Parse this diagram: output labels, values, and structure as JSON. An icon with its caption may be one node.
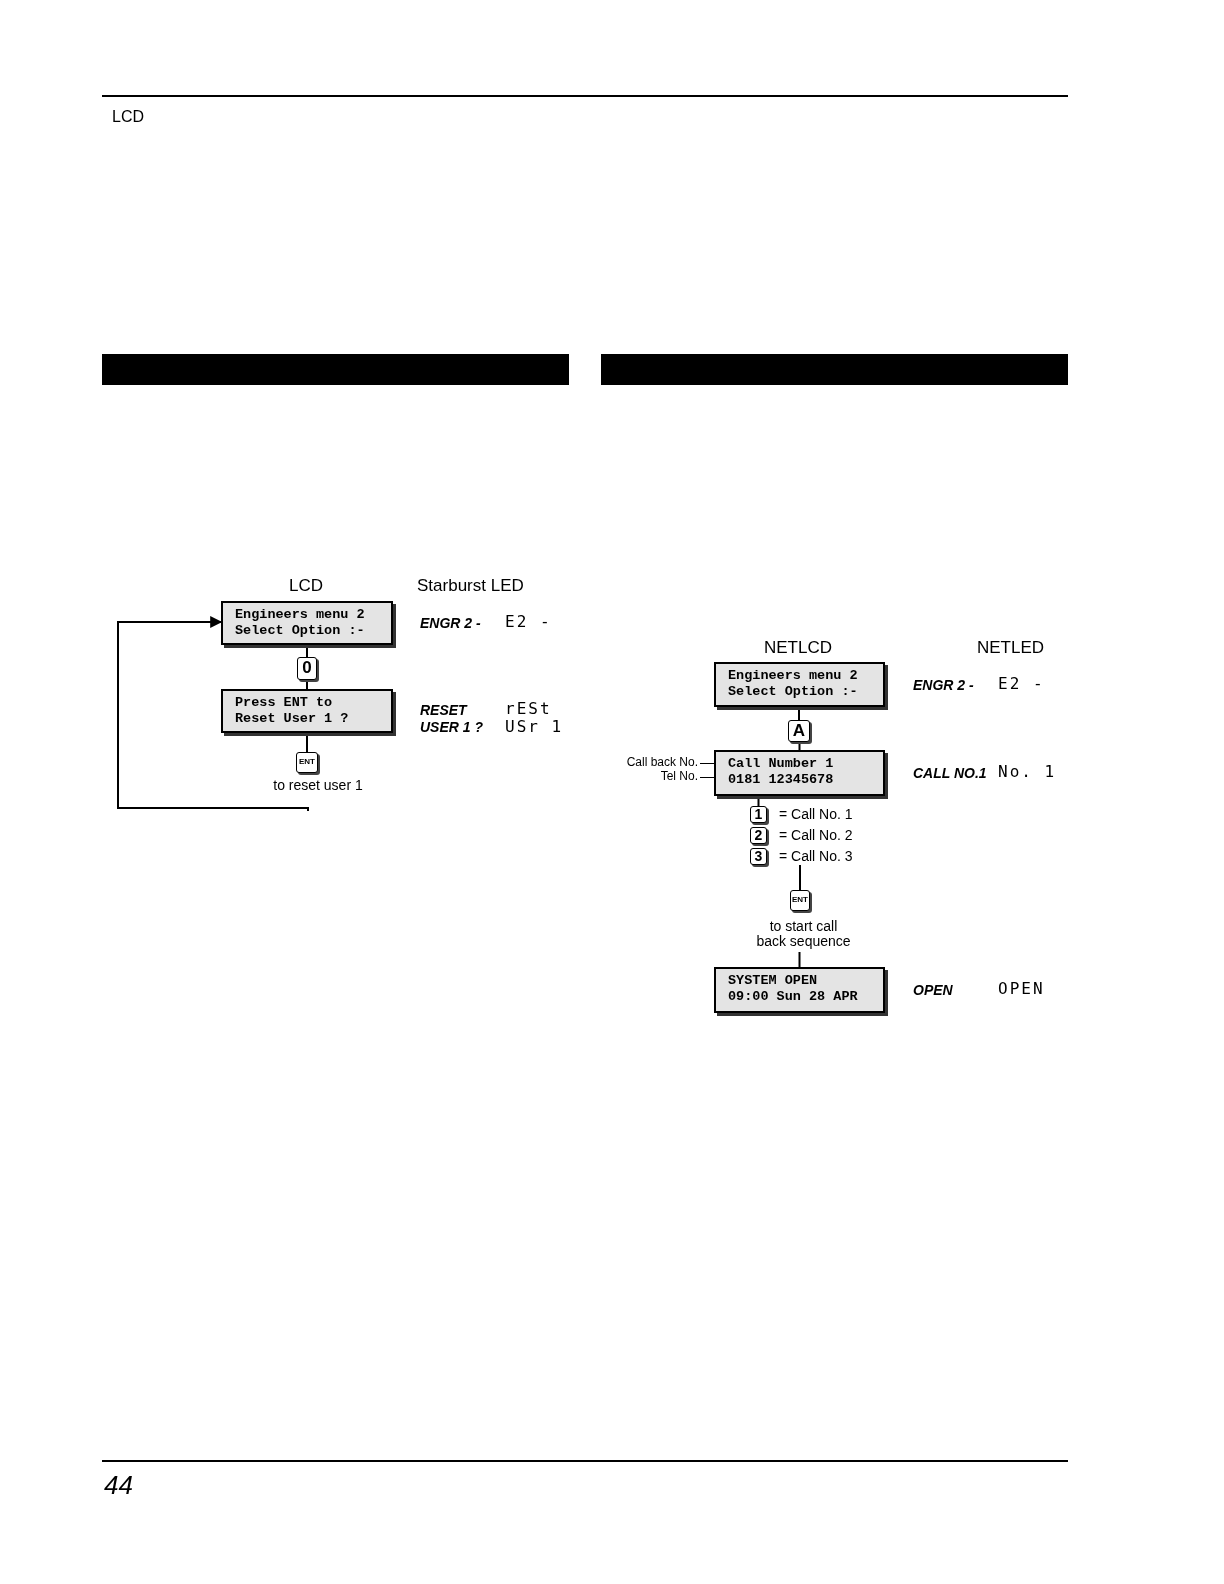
{
  "diagram": {
    "nodes": [
      {
        "text": [
          "Engineers menu 2",
          "Select Option :-"
        ]
      },
      {
        "text": [
          "0"
        ]
      },
      {
        "text": [
          "Press ENT to",
          "Reset User 1 ?"
        ]
      },
      {
        "text": [
          "ENT"
        ],
        "beside": [
          "to reset user 1"
        ]
      },
      {
        "text": [
          "Engineers menu 2",
          "Select Option :-"
        ]
      },
      {
        "text": [
          "A"
        ]
      },
      {
        "text": [
          "Call Number 1",
          "0181 12345678"
        ]
      },
      {
        "text": [
          "Call back No."
        ]
      },
      {
        "text": [
          "Tel No."
        ]
      },
      {
        "text": [
          "1"
        ],
        "beside": [
          "= Call No. 1"
        ]
      },
      {
        "text": [
          "2"
        ],
        "beside": [
          "= Call No. 2"
        ]
      },
      {
        "text": [
          "3"
        ],
        "beside": [
          "= Call No. 3"
        ]
      },
      {
        "text": [
          "ENT"
        ],
        "beside": [
          "to start call back sequence"
        ]
      },
      {
        "text": [
          "SYSTEM OPEN",
          "09:00 Sun 28 APR"
        ]
      },
      {
        "text": [],
        "shape": "bar"
      },
      {
        "text": [],
        "shape": "bar"
      }
    ],
    "edges": [
      {
        "from": 0,
        "to": 1,
        "arrow": "none"
      },
      {
        "from": 1,
        "to": 2,
        "arrow": "none"
      },
      {
        "from": 2,
        "to": 3,
        "arrow": "none"
      },
      {
        "from": 3,
        "to": 0,
        "arrow": "to"
      },
      {
        "from": 4,
        "to": 5,
        "arrow": "none"
      },
      {
        "from": 5,
        "to": 6,
        "arrow": "none"
      },
      {
        "from": 7,
        "to": 6,
        "arrow": "none"
      },
      {
        "from": 8,
        "to": 6,
        "arrow": "none"
      },
      {
        "from": 6,
        "to": 9,
        "arrow": "none"
      },
      {
        "from": 11,
        "to": 12,
        "arrow": "none"
      },
      {
        "from": 12,
        "to": 13,
        "arrow": "none"
      }
    ],
    "labels": [
      "LCD",
      "LCD",
      "Starburst LED",
      "ENGR 2 -",
      "E2 -",
      "RESET",
      "rESt",
      "USER 1 ?",
      "USr 1",
      "NETLCD",
      "NETLED",
      "ENGR 2 -",
      "E2 -",
      "CALL NO.1",
      "No. 1",
      "OPEN",
      "OPEN",
      "44"
    ]
  }
}
